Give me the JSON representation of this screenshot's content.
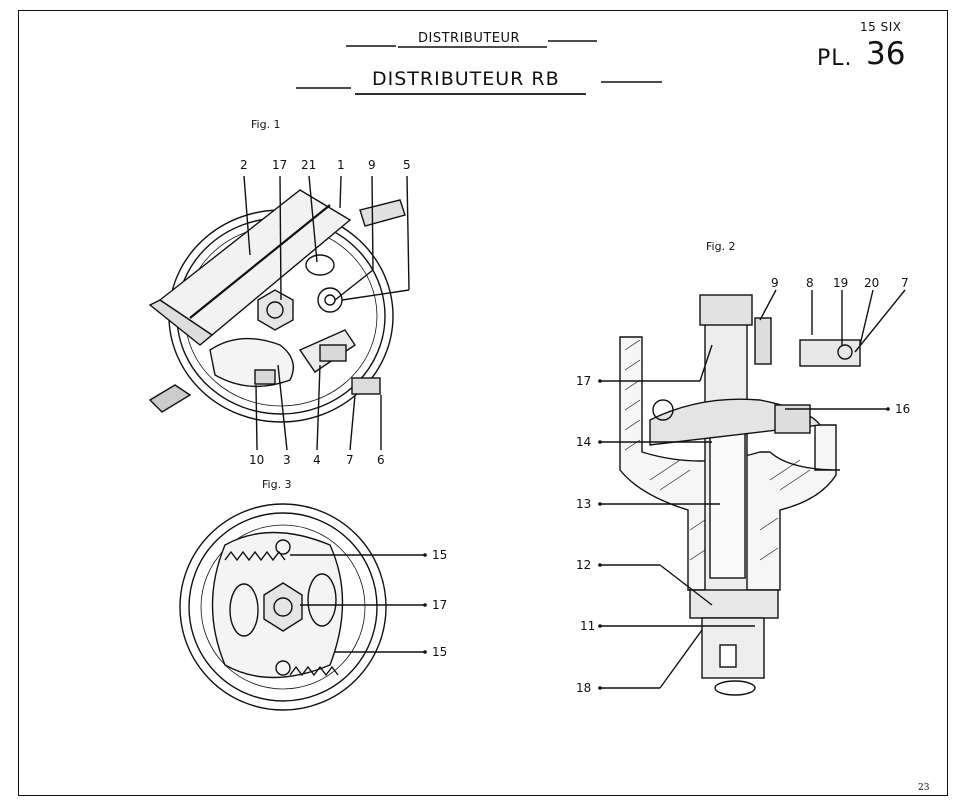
{
  "header": {
    "section": "DISTRIBUTEUR",
    "title": "DISTRIBUTEUR RB",
    "model_code": "15 SIX",
    "plate_prefix": "PL.",
    "plate_number": "36"
  },
  "figures": {
    "fig1": {
      "label": "Fig. 1",
      "callouts_top": [
        "2",
        "17",
        "21",
        "1",
        "9",
        "5"
      ],
      "callouts_bottom": [
        "10",
        "3",
        "4",
        "7",
        "6"
      ]
    },
    "fig2": {
      "label": "Fig. 2",
      "callouts_top": [
        "9",
        "8",
        "19",
        "20",
        "7"
      ],
      "callouts_left": [
        "17",
        "14",
        "13",
        "12",
        "11",
        "18"
      ],
      "callouts_right": [
        "16"
      ]
    },
    "fig3": {
      "label": "Fig. 3",
      "callouts_right": [
        "15",
        "17",
        "15"
      ]
    }
  },
  "footer": {
    "page_number": "23"
  }
}
